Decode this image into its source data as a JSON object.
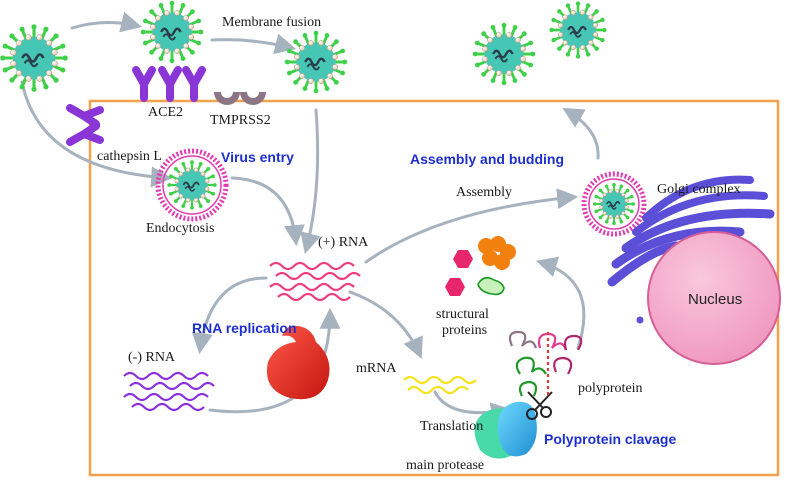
{
  "labels": {
    "membrane_fusion": "Membrane fusion",
    "ace2": "ACE2",
    "tmprss2": "TMPRSS2",
    "cathepsin": "cathepsin L",
    "endocytosis": "Endocytosis",
    "plus_rna": "(+) RNA",
    "minus_rna": "(-) RNA",
    "mrna": "mRNA",
    "translation": "Translation",
    "main_protease": "main protease",
    "assembly": "Assembly",
    "golgi": "Golgi complex",
    "nucleus": "Nucleus",
    "structural_1": "structural",
    "structural_2": "proteins",
    "polyprotein": "polyprotein"
  },
  "stages": {
    "virus_entry": "Virus entry",
    "rna_replication": "RNA replication",
    "assembly_budding": "Assembly and budding",
    "polyprotein_clavage": "Polyprotein clavage"
  },
  "colors": {
    "cell_border": "#f5a04a",
    "arrow": "#a7b2bf",
    "stage_text": "#1d2fd1",
    "virus_core": "#46c7b6",
    "virus_spike": "#3fd04a",
    "virus_bead": "#c9a98a",
    "vesicle": "#e23ab3",
    "plus_rna": "#f03c7e",
    "minus_rna": "#8a2fe0",
    "mrna": "#f4e21a",
    "receptor": "#8a35d6",
    "tmprss2": "#8c7686",
    "golgi": "#5a4fd6",
    "nucleus": "#f5a7c9",
    "replicase": "#e8261d",
    "protease": "#3cb7e8"
  }
}
